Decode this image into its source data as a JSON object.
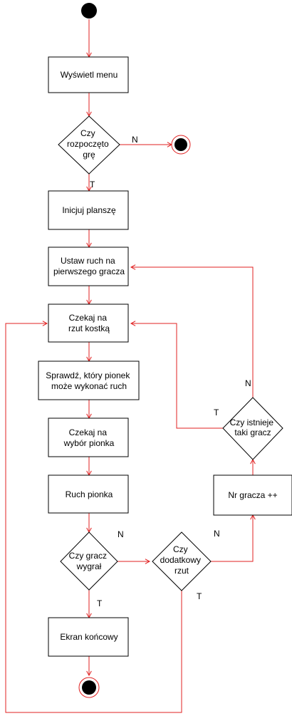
{
  "colors": {
    "edge": "#e02020",
    "node_stroke": "#000000",
    "node_fill": "#ffffff",
    "terminal_fill": "#000000"
  },
  "nodes": {
    "menu": [
      "Wyświetl menu"
    ],
    "game_started": [
      "Czy",
      "rozpoczęto",
      "grę"
    ],
    "init_board": [
      "Inicjuj planszę"
    ],
    "set_first_player": [
      "Ustaw ruch na",
      "pierwszego gracza"
    ],
    "wait_dice": [
      "Czekaj na",
      "rzut kostką"
    ],
    "check_pawns": [
      "Sprawdź, który pionek",
      "może wykonać ruch"
    ],
    "wait_pawn": [
      "Czekaj na",
      "wybór pionka"
    ],
    "pawn_move": [
      "Ruch pionka"
    ],
    "player_won": [
      "Czy gracz",
      "wygrał"
    ],
    "extra_roll": [
      "Czy",
      "dodatkowy",
      "rzut"
    ],
    "player_next": [
      "Nr gracza ++"
    ],
    "player_exists": [
      "Czy istnieje",
      "taki gracz"
    ],
    "end_screen": [
      "Ekran końcowy"
    ]
  },
  "edge_labels": {
    "game_started_no": "N",
    "game_started_yes": "T",
    "player_won_no": "N",
    "player_won_yes": "T",
    "extra_roll_no": "N",
    "extra_roll_yes": "T",
    "player_exists_no": "N",
    "player_exists_yes": "T"
  }
}
